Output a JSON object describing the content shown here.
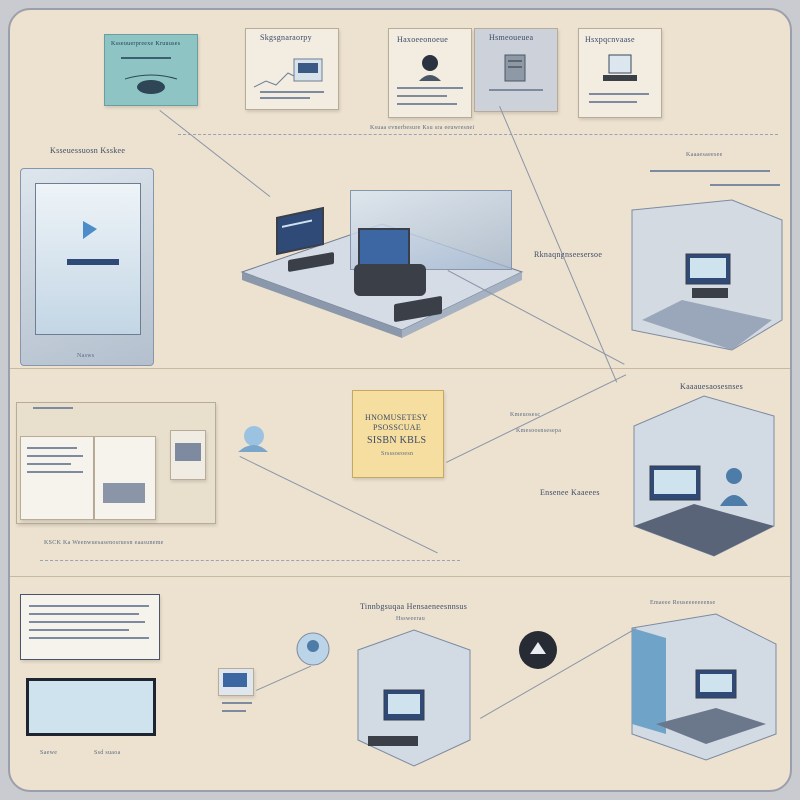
{
  "top_row": {
    "card1_title": "Ksseuuerpreexe Kruuuses",
    "card2_title": "Skgsgnaraorpy",
    "card3_title": "Haxoeeonoeue",
    "card4_title": "Hsmeoueuea",
    "card5_title": "Hsxpqcnvaase",
    "caption_center": "Ksuaa evnerbesure Ksu sra eeuwresnei",
    "panel_right_caption": "Kaaaesaeesee"
  },
  "left_panel": {
    "title": "Ksseuessuosn Ksskee",
    "footer": "Nasws"
  },
  "center_label": "Rknaqngnseesersoe",
  "mid_row": {
    "note_title": "HNOMUSETESY",
    "note_sub1": "PSOSSCUAE",
    "note_sub2": "SISBN KBLS",
    "note_sub3": "Srsssoeoesn",
    "right_title": "Kaaauesaosesnses",
    "right_caption": "Ensenee Kaaeees",
    "caption_a": "Kmeuosesc",
    "caption_b": "Kmesoosnsesepa",
    "footer_left": "KSCK Ka Weenwuesasenosruesn eaasuneme"
  },
  "bottom_row": {
    "center_title": "Tinnbgsuqaa Hensaeneesnnsus",
    "center_sub": "Hssweerau",
    "right_caption": "Emaeee Reuseeeeeeense",
    "left_footer_a": "Saewe",
    "left_footer_b": "Ssd suaoa"
  }
}
